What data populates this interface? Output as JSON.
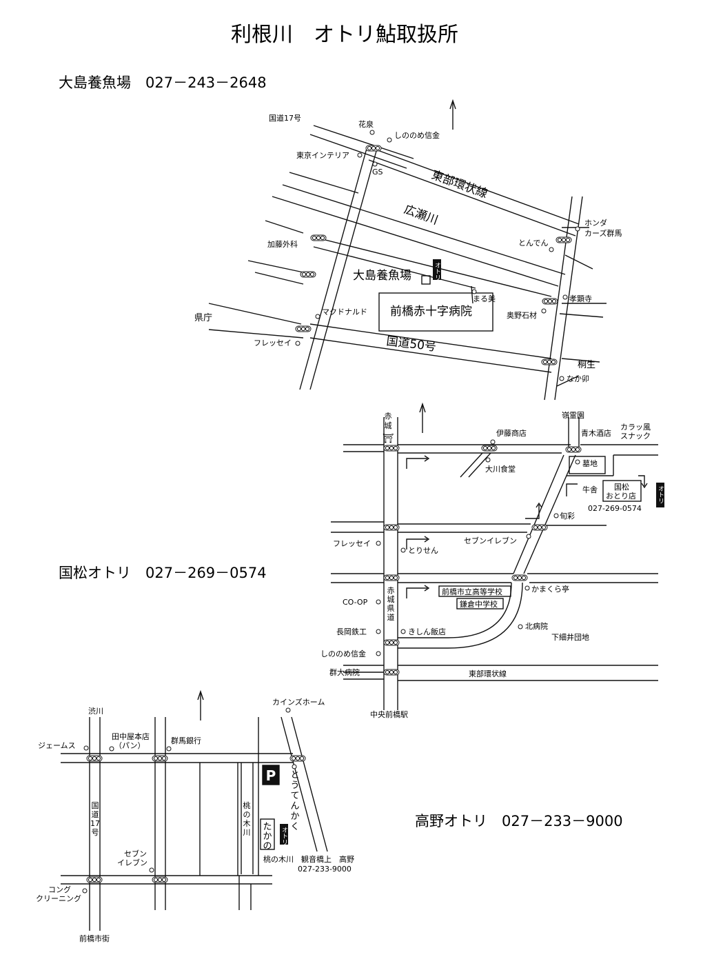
{
  "page_title": "利根川　オトリ鮎取扱所",
  "oshima": {
    "heading": "大島養魚場　027－243－2648",
    "roads": {
      "route17": "国道17号",
      "tobu_kanjo": "東部環状線",
      "hirose": "広瀬川",
      "route50": "国道50号",
      "kencho": "県庁",
      "kiryu": "桐生"
    },
    "landmarks": {
      "hanaizumi": "花泉",
      "shinonome": "しののめ信金",
      "tokyo_interior": "東京インテリア",
      "gs": "GS",
      "honda_1": "ホンダ",
      "honda_2": "カーズ群馬",
      "kato": "加藤外科",
      "tonden": "とんでん",
      "oshima_shop": "大島養魚場",
      "otori_tag": "オトリ",
      "marumi": "まる美",
      "kokenji": "孝顕寺",
      "mcdonalds": "マクドナルド",
      "okuno": "奥野石材",
      "hospital": "前橋赤十字病院",
      "fresay": "フレッセイ",
      "nakau": "なか卯"
    }
  },
  "kunimatsu": {
    "heading": "国松オトリ　027－269－0574",
    "roads": {
      "akagi": [
        "赤",
        "城"
      ],
      "akagi_kendo": [
        "赤",
        "城",
        "県",
        "道"
      ],
      "tobu_kanjo": "東部環状線"
    },
    "landmarks": {
      "reiseien": "嶺霊園",
      "ito": "伊藤商店",
      "aoki": "青木酒店",
      "karaoke_1": "カラッ風",
      "karaoke_2": "スナック",
      "bochi": "墓地",
      "okawa": "大川食堂",
      "gyusha": "牛舎",
      "shop_1": "国松",
      "shop_2": "おとり店",
      "otori_tag": "オトリ",
      "phone": "027-269-0574",
      "kusai": "旬彩",
      "fresay": "フレッセイ",
      "seven": "セブンイレブン",
      "torisen": "とりせん",
      "coop": "CO-OP",
      "high_school": "前橋市立高等学校",
      "kamakura_tei": "かまくら亭",
      "kamakura_jhs": "鎌倉中学校",
      "nagaoka": "長岡鉄工",
      "kishin": "きしん飯店",
      "kita_hosp": "北病院",
      "shimohoso": "下細井団地",
      "shinonome": "しののめ信金",
      "gunma_univ": "群大病院",
      "chuo_station": "中央前橋駅"
    }
  },
  "takano": {
    "heading": "高野オトリ　027－233－9000",
    "roads": {
      "shibukawa": "渋川",
      "route17": [
        "国",
        "道",
        "17",
        "号"
      ],
      "maebashi": "前橋市街",
      "momonoki": [
        "桃",
        "の",
        "木",
        "川"
      ]
    },
    "landmarks": {
      "cainz": "カインズホーム",
      "james": "ジェームス",
      "tanakaya_1": "田中屋本店",
      "tanakaya_2": "（パン）",
      "gunma_bank": "群馬銀行",
      "parking": "P",
      "totenkaku": [
        "と",
        "う",
        "て",
        "ん",
        "か",
        "く"
      ],
      "takano_shop": [
        "た",
        "か",
        "の"
      ],
      "otori_tag": "オトリ",
      "seven_1": "セブン",
      "seven_2": "イレブン",
      "bottom_line": "桃の木川　観音橋上　高野",
      "phone": "027-233-9000",
      "kong_1": "コング",
      "kong_2": "クリーニング"
    }
  }
}
